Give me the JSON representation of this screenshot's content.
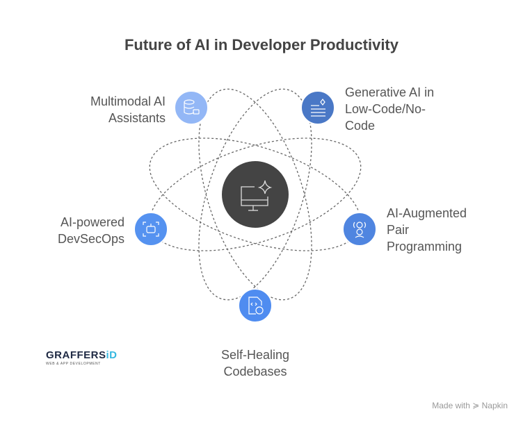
{
  "title": "Future of AI in Developer Productivity",
  "nodes": [
    {
      "label_lines": [
        "Multimodal AI",
        "Assistants"
      ],
      "icon": "database-bot-icon",
      "color": "#93b7f6"
    },
    {
      "label_lines": [
        "Generative AI in",
        "Low-Code/No-",
        "Code"
      ],
      "icon": "text-sparkle-icon",
      "color": "#4a78c6"
    },
    {
      "label_lines": [
        "AI-powered",
        "DevSecOps"
      ],
      "icon": "bot-scan-icon",
      "color": "#5592f0"
    },
    {
      "label_lines": [
        "AI-Augmented",
        "Pair",
        "Programming"
      ],
      "icon": "pair-people-icon",
      "color": "#4f85e0"
    },
    {
      "label_lines": [
        "Self-Healing",
        "Codebases"
      ],
      "icon": "code-file-question-icon",
      "color": "#4f8cf0"
    }
  ],
  "center": {
    "icon": "monitor-sparkle-icon",
    "color": "#444444"
  },
  "logo": {
    "main": "GRAFFERS",
    "accent": "iD",
    "sub": "WEB & APP DEVELOPMENT"
  },
  "watermark": "Made with ≽ Napkin"
}
